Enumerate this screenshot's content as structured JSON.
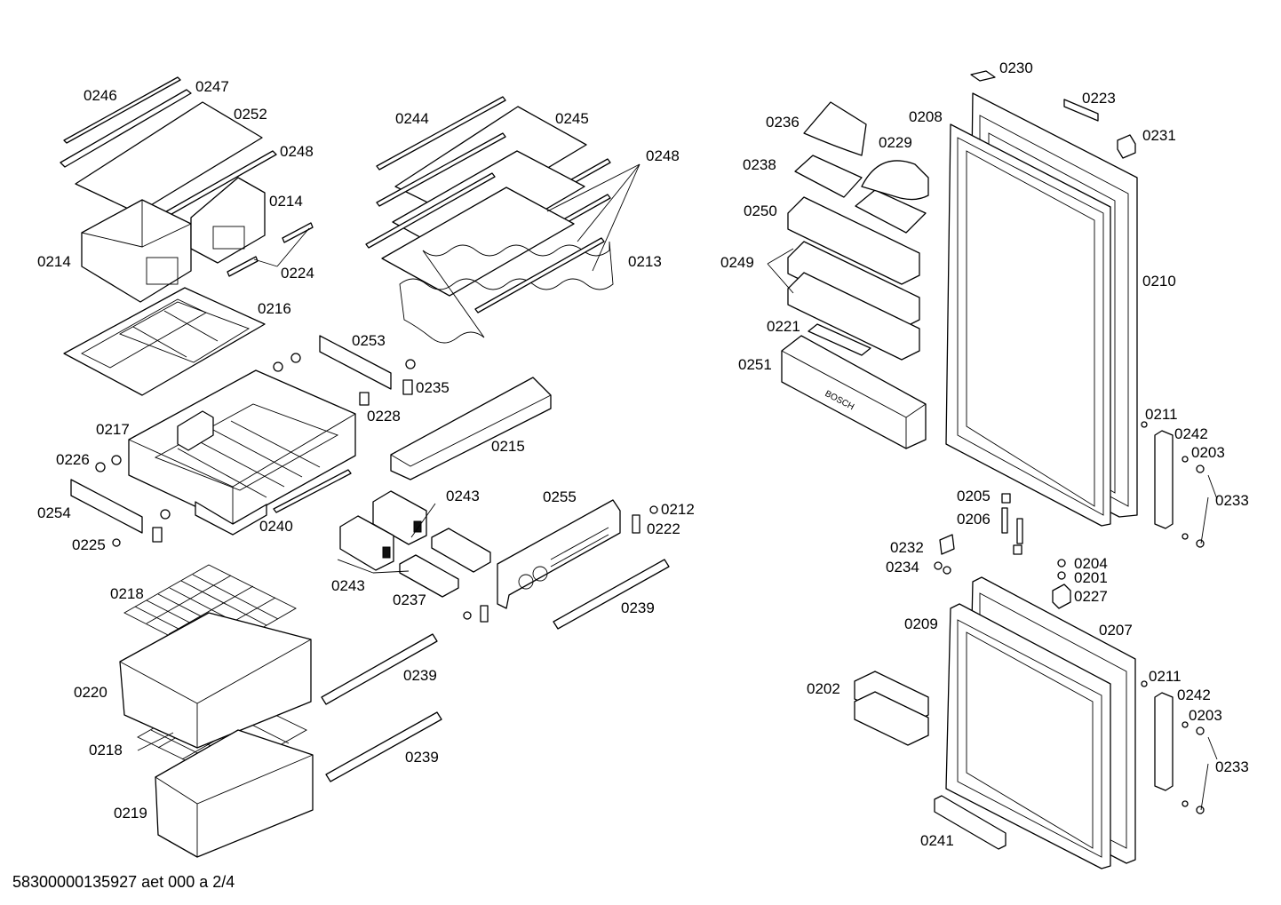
{
  "footer": "58300000135927 aet 000 a 2/4",
  "brand_mark": "BOSCH",
  "part_labels": [
    "0246",
    "0247",
    "0252",
    "0248",
    "0214",
    "0214",
    "0224",
    "0216",
    "0244",
    "0245",
    "0248",
    "0213",
    "0253",
    "0235",
    "0228",
    "0217",
    "0226",
    "0254",
    "0225",
    "0240",
    "0215",
    "0243",
    "0243",
    "0255",
    "0212",
    "0222",
    "0237",
    "0218",
    "0220",
    "0218",
    "0219",
    "0239",
    "0239",
    "0239",
    "0236",
    "0229",
    "0238",
    "0250",
    "0249",
    "0221",
    "0251",
    "0230",
    "0223",
    "0208",
    "0231",
    "0210",
    "0211",
    "0242",
    "0203",
    "0233",
    "0205",
    "0206",
    "0232",
    "0234",
    "0204",
    "0201",
    "0227",
    "0209",
    "0207",
    "0202",
    "0211",
    "0242",
    "0203",
    "0233",
    "0241"
  ]
}
